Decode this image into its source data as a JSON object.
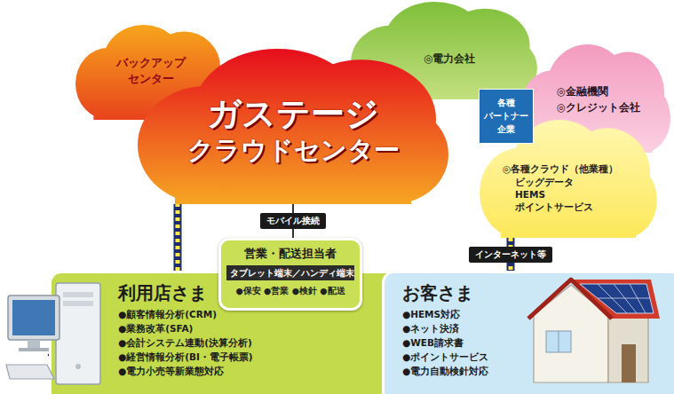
{
  "diagram": {
    "nodes": [
      {
        "text": [
          "バックアップ センター"
        ]
      },
      {
        "text": [
          "ガステージ",
          "クラウドセンター"
        ]
      },
      {
        "text": [
          "◎電力会社"
        ]
      },
      {
        "text": [
          "◎金融機関",
          "◎クレジット会社"
        ]
      },
      {
        "text": [
          "各種 パートナー 企業"
        ]
      },
      {
        "text": [
          "◎各種クラウド（他業種）",
          "ビッグデータ",
          "HEMS",
          "ポイントサービス"
        ]
      },
      {
        "text": [
          "営業・配送担当者",
          "タブレット端末／ハンディ端末",
          "●保安 ●営業 ●検針 ●配送"
        ]
      },
      {
        "text": [
          "利用店さま",
          "●顧客情報分析(CRM)",
          "●業務改革(SFA)",
          "●会計システム連動(決算分析)",
          "●経営情報分析(BI・電子帳票)",
          "●電力小売等新業態対応"
        ]
      },
      {
        "text": [
          "お客さま",
          "●HEMS対応",
          "●ネット決済",
          "●WEB請求書",
          "●ポイントサービス",
          "●電力自動検針対応"
        ]
      }
    ],
    "edges": [
      {
        "from": 7,
        "to": 1,
        "arrow": "none"
      },
      {
        "from": 1,
        "to": 6,
        "label": "モバイル接続",
        "arrow": "none"
      },
      {
        "from": 5,
        "to": 8,
        "label": "インターネット等",
        "arrow": "none"
      },
      {
        "from": 7,
        "to": 8,
        "arrow": "both"
      }
    ]
  }
}
